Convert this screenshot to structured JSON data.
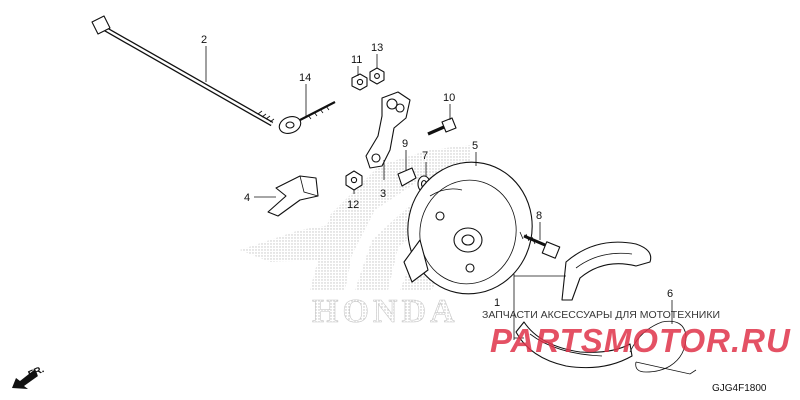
{
  "diagram": {
    "code": "GJG4F1800",
    "direction_label": "FR.",
    "brand_watermark": "HONDA",
    "shop_caption": "ЗАПЧАСТИ АКСЕССУАРЫ ДЛЯ МОТОТЕХНИКИ",
    "shop_logo": "PARTSMOTOR.RU",
    "colors": {
      "ink": "#111111",
      "watermark_red": "#e0334a",
      "watermark_gray": "#bdbdbd"
    },
    "callouts": [
      {
        "id": "1",
        "label": "1"
      },
      {
        "id": "2",
        "label": "2"
      },
      {
        "id": "3",
        "label": "3"
      },
      {
        "id": "4",
        "label": "4"
      },
      {
        "id": "5",
        "label": "5"
      },
      {
        "id": "6",
        "label": "6"
      },
      {
        "id": "7",
        "label": "7"
      },
      {
        "id": "8",
        "label": "8"
      },
      {
        "id": "9",
        "label": "9"
      },
      {
        "id": "10",
        "label": "10"
      },
      {
        "id": "11",
        "label": "11"
      },
      {
        "id": "12",
        "label": "12"
      },
      {
        "id": "13",
        "label": "13"
      },
      {
        "id": "14",
        "label": "14"
      }
    ]
  }
}
